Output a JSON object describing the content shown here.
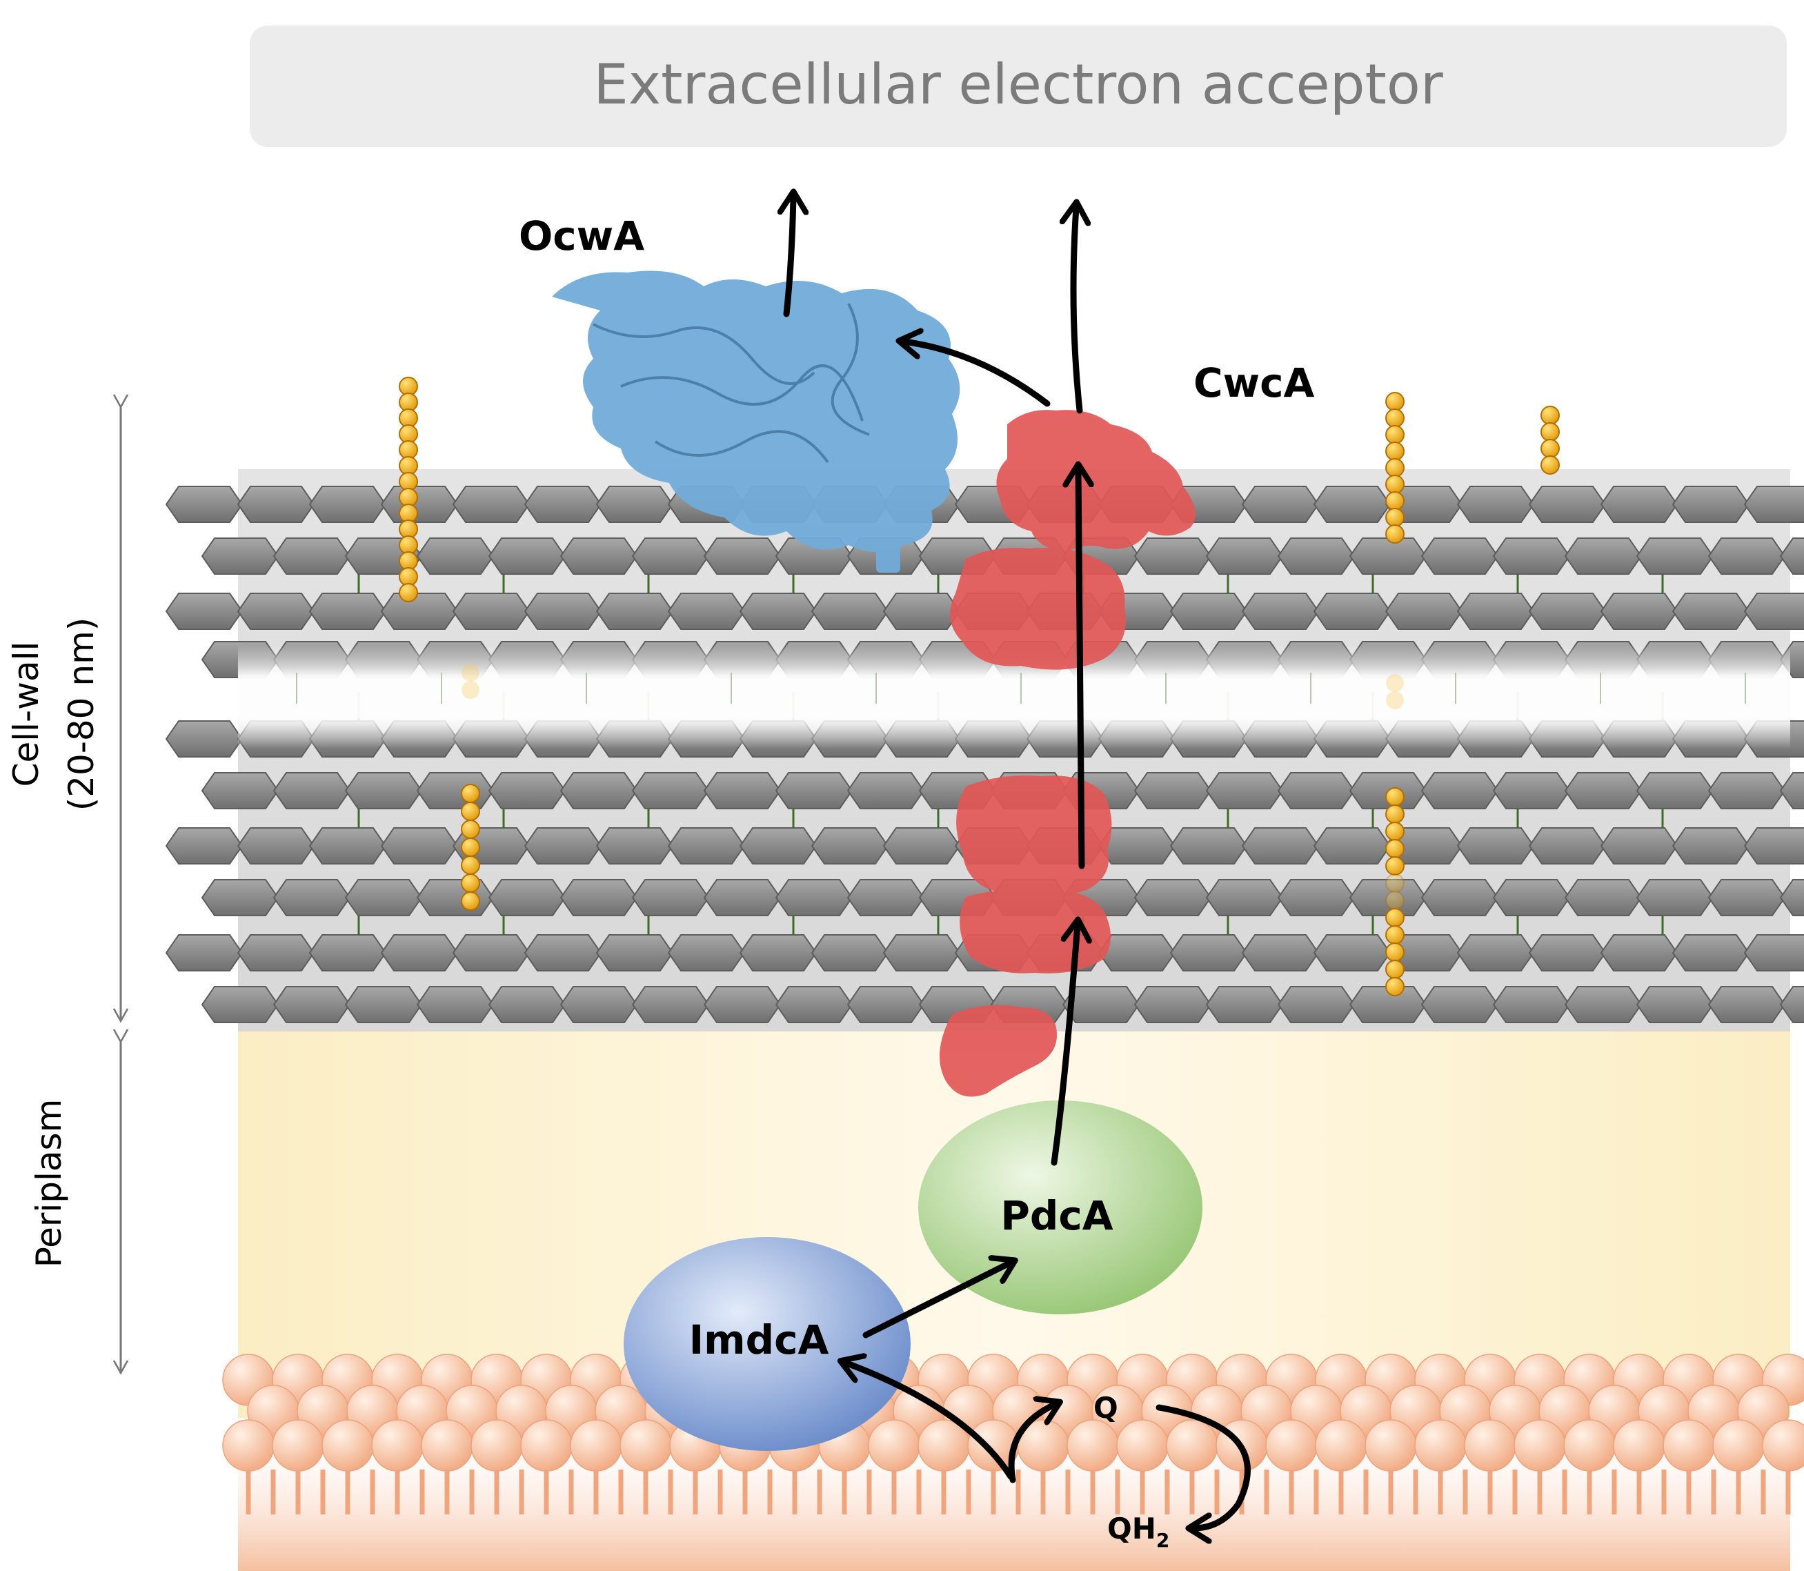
{
  "banner": {
    "text": "Extracellular electron acceptor"
  },
  "proteins": {
    "ocwa": "OcwA",
    "cwca": "CwcA",
    "pdca": "PdcA",
    "imdca": "ImdcA"
  },
  "quinone": {
    "q": "Q",
    "qh": "QH",
    "subscript": "2"
  },
  "side_labels": {
    "cell_wall_line1": "Cell-wall",
    "cell_wall_line2": "(20-80 nm)",
    "periplasm": "Periplasm"
  },
  "colors": {
    "banner_bg": "#ebebeb",
    "banner_text": "#7b7b7b",
    "hexagon": "#8c8c8c",
    "ocwa": "#6fa9d6",
    "cwca": "#e05a5a",
    "pdca": "#a9d18e",
    "imdca": "#7f9fd6",
    "membrane": "#f4b896",
    "periplasm": "#fdf3d4",
    "bead": "#f2a900"
  }
}
